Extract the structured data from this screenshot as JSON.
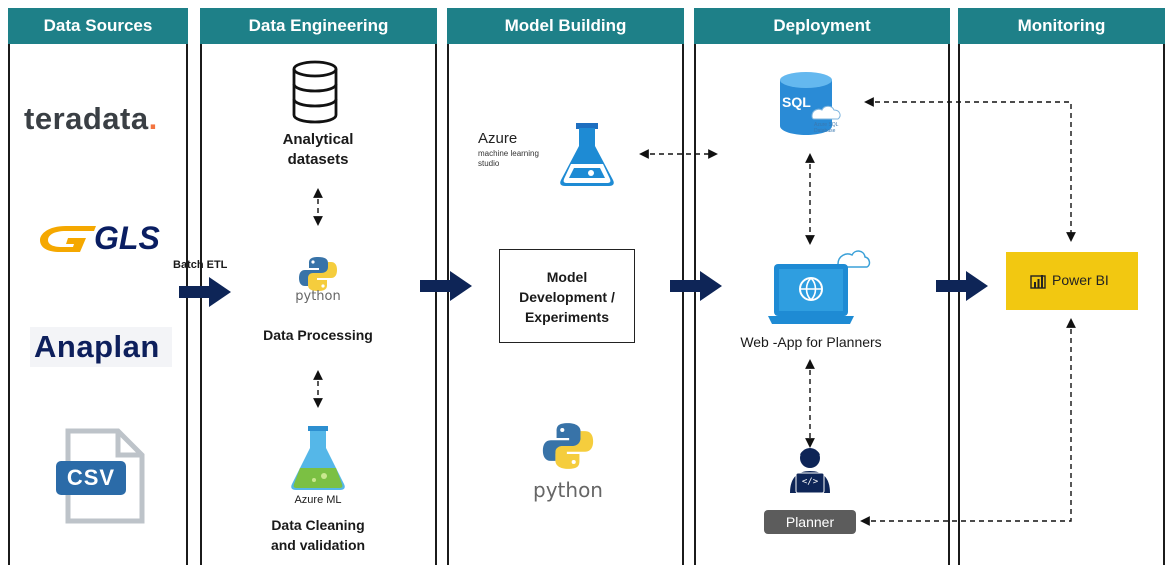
{
  "columns": [
    {
      "title": "Data Sources"
    },
    {
      "title": "Data Engineering"
    },
    {
      "title": "Model Building"
    },
    {
      "title": "Deployment"
    },
    {
      "title": "Monitoring"
    }
  ],
  "sources": {
    "teradata": "teradata",
    "gls": "GLS",
    "anaplan": "Anaplan",
    "csv": "CSV"
  },
  "batch_etl": "Batch ETL",
  "engineering": {
    "analytical_datasets": "Analytical datasets",
    "python_text": "python",
    "data_processing": "Data Processing",
    "azure_ml": "Azure ML",
    "data_cleaning": "Data Cleaning and validation"
  },
  "modeling": {
    "azure_title": "Azure",
    "azure_sub1": "machine learning",
    "azure_sub2": "studio",
    "model_box": "Model Development / Experiments",
    "python_text": "python"
  },
  "deployment": {
    "sql_text": "SQL",
    "sql_caption": "Azure SQL Database",
    "web_app": "Web -App for Planners",
    "code_symbol": "</>",
    "planner": "Planner"
  },
  "monitoring": {
    "power_bi": "Power BI"
  },
  "colors": {
    "header": "#1e8088",
    "arrow_navy": "#0e2557",
    "power_bi_yellow": "#f2c811",
    "azure_blue": "#1e8bd4",
    "python_blue": "#3873a8",
    "python_yellow": "#f5cd3d",
    "gls_yellow": "#f5a800",
    "gls_navy": "#0a1e62",
    "teradata_orange": "#f37440",
    "planner_gray": "#5c5c5c"
  }
}
